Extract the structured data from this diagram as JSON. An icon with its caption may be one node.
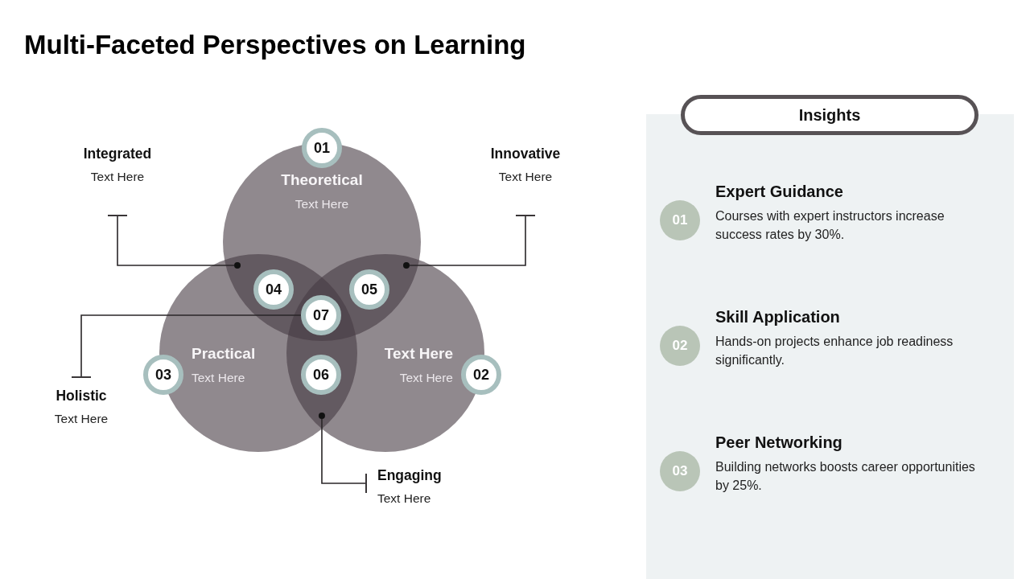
{
  "diagram": {
    "title": "Multi-Faceted Perspectives on Learning",
    "nodes": [
      {
        "text": [
          "Theoretical",
          "Text Here"
        ]
      },
      {
        "text": [
          "Practical",
          "Text Here"
        ]
      },
      {
        "text": [
          "Text Here",
          "Text Here"
        ]
      },
      {
        "text": [
          "01"
        ]
      },
      {
        "text": [
          "02"
        ]
      },
      {
        "text": [
          "03"
        ]
      },
      {
        "text": [
          "04"
        ]
      },
      {
        "text": [
          "05"
        ]
      },
      {
        "text": [
          "06"
        ]
      },
      {
        "text": [
          "07"
        ]
      },
      {
        "text": [
          "Integrated",
          "Text Here"
        ]
      },
      {
        "text": [
          "Innovative",
          "Text Here"
        ]
      },
      {
        "text": [
          "Holistic",
          "Text Here"
        ]
      },
      {
        "text": [
          "Engaging",
          "Text Here"
        ]
      },
      {
        "text": [],
        "shape": "box"
      },
      {
        "text": [
          "Insights"
        ]
      },
      {
        "text": [
          "01"
        ],
        "in": 14,
        "beside": [
          "Expert Guidance",
          "Courses with expert instructors increase success rates by 30%."
        ]
      },
      {
        "text": [
          "02"
        ],
        "in": 14,
        "beside": [
          "Skill Application",
          "Hands-on projects enhance job readiness significantly."
        ]
      },
      {
        "text": [
          "03"
        ],
        "in": 14,
        "beside": [
          "Peer Networking",
          "Building networks boosts career opportunities by 25%."
        ]
      }
    ],
    "edges": [
      {
        "from": 10,
        "to": 0,
        "arrow": "other"
      },
      {
        "from": 11,
        "to": 0,
        "arrow": "other"
      },
      {
        "from": 12,
        "to": 9,
        "arrow": "other"
      },
      {
        "from": 13,
        "to": 1,
        "arrow": "other"
      }
    ]
  }
}
